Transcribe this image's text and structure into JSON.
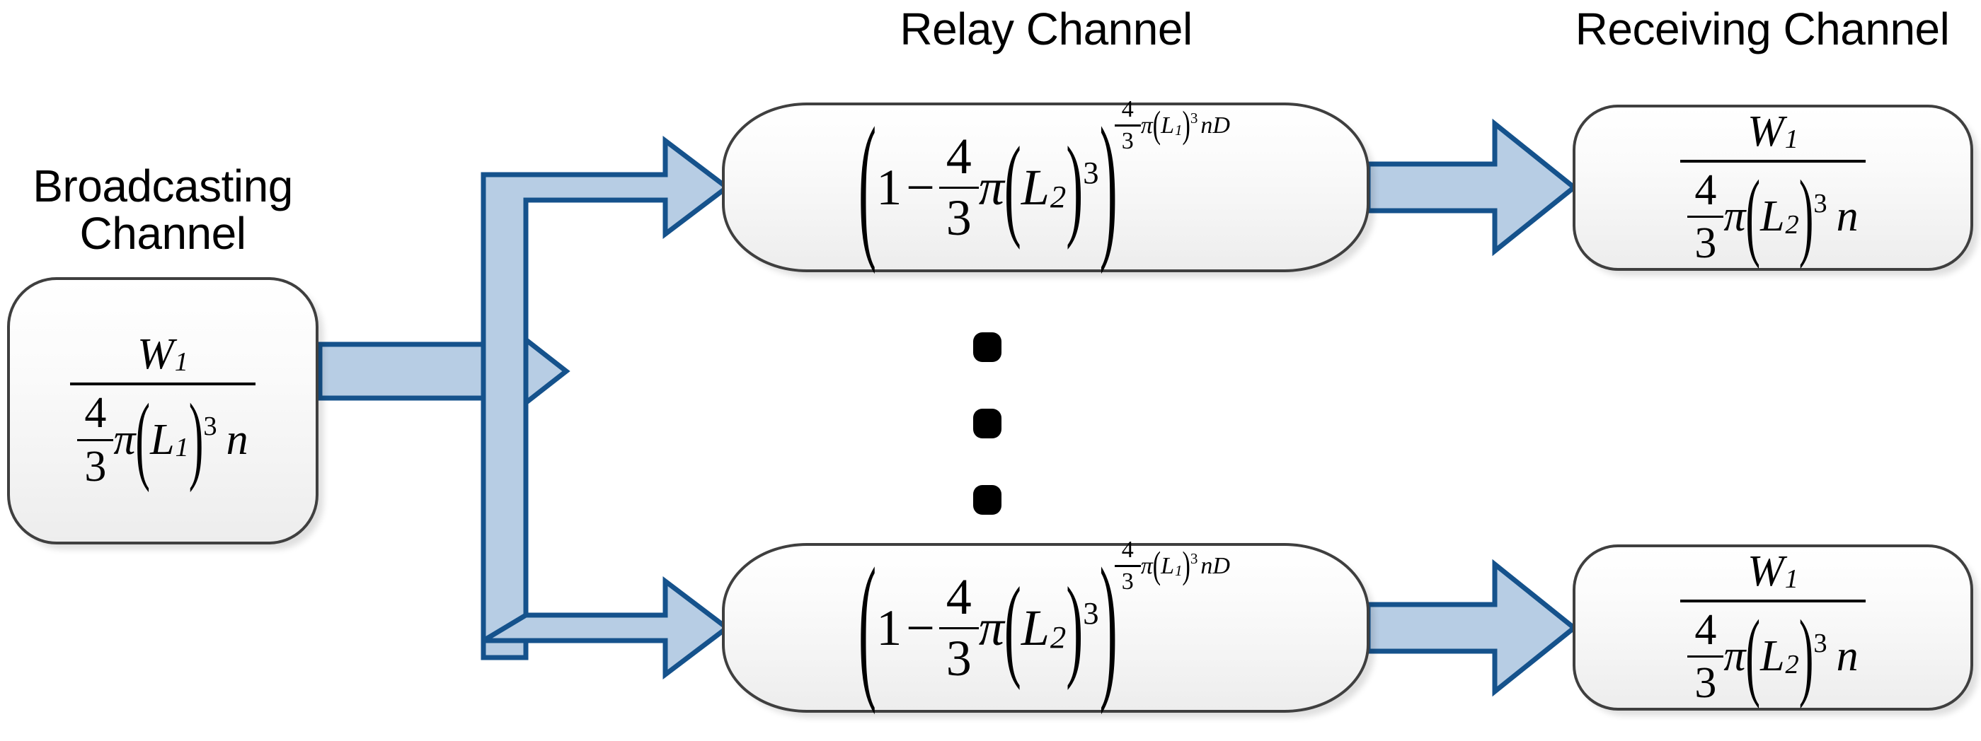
{
  "diagram": {
    "title": "Broadcasting / Relay / Receiving channel cascade",
    "background_color": "#ffffff",
    "arrow_fill": "#b7cde4",
    "arrow_stroke": "#15528c",
    "box_border": "#3f3f3f",
    "box_fill_top": "#ffffff",
    "box_fill_bottom": "#ededed",
    "dot_color": "#000000"
  },
  "headings": {
    "broadcasting": "Broadcasting\nChannel",
    "relay": "Relay Channel",
    "receiving": "Receiving Channel"
  },
  "formulas": {
    "broadcast": {
      "numerator": "W",
      "numerator_sub": "1",
      "den_frac_num": "4",
      "den_frac_den": "3",
      "den_pi": "π",
      "den_open": "(",
      "den_base": "L",
      "den_base_sub": "1",
      "den_close": ")",
      "den_power": "3",
      "den_tail": "n",
      "plain": "W1 / ((4/3) pi (L1)^3 n)"
    },
    "relay": {
      "one": "1",
      "minus": "−",
      "frac_num": "4",
      "frac_den": "3",
      "pi": "π",
      "open": "(",
      "base": "L",
      "base_sub": "2",
      "close": ")",
      "power": "3",
      "exp_frac_num": "4",
      "exp_frac_den": "3",
      "exp_pi": "π",
      "exp_open": "(",
      "exp_base": "L",
      "exp_base_sub": "1",
      "exp_close": ")",
      "exp_power": "3",
      "exp_tail_n": "n",
      "exp_tail_D": "D",
      "plain": "(1 - (4/3) pi (L2)^3)^((4/3) pi (L1)^3 n D)"
    },
    "receive": {
      "numerator": "W",
      "numerator_sub": "1",
      "den_frac_num": "4",
      "den_frac_den": "3",
      "den_pi": "π",
      "den_open": "(",
      "den_base": "L",
      "den_base_sub": "2",
      "den_close": ")",
      "den_power": "3",
      "den_tail": "n",
      "plain": "W1 / ((4/3) pi (L2)^3 n)"
    }
  },
  "nodes": [
    {
      "id": "broadcast-node",
      "role": "broadcasting-channel",
      "formula_key": "broadcast"
    },
    {
      "id": "relay-node-top",
      "role": "relay-channel",
      "formula_key": "relay"
    },
    {
      "id": "relay-node-bottom",
      "role": "relay-channel",
      "formula_key": "relay"
    },
    {
      "id": "receive-node-top",
      "role": "receiving-channel",
      "formula_key": "receive"
    },
    {
      "id": "receive-node-bottom",
      "role": "receiving-channel",
      "formula_key": "receive"
    }
  ],
  "connectors": [
    {
      "id": "arrow-broadcast-to-split",
      "from": "broadcast-node",
      "to": "split-junction",
      "direction": "right"
    },
    {
      "id": "arrow-split-to-relay-top",
      "from": "split-junction",
      "to": "relay-node-top",
      "direction": "right"
    },
    {
      "id": "arrow-split-to-relay-bottom",
      "from": "split-junction",
      "to": "relay-node-bottom",
      "direction": "right"
    },
    {
      "id": "arrow-relay-top-to-receive",
      "from": "relay-node-top",
      "to": "receive-node-top",
      "direction": "right"
    },
    {
      "id": "arrow-relay-bottom-to-receive",
      "from": "relay-node-bottom",
      "to": "receive-node-bottom",
      "direction": "right"
    }
  ],
  "ellipsis": {
    "count": 3,
    "orientation": "vertical",
    "meaning": "additional relay channels omitted"
  }
}
